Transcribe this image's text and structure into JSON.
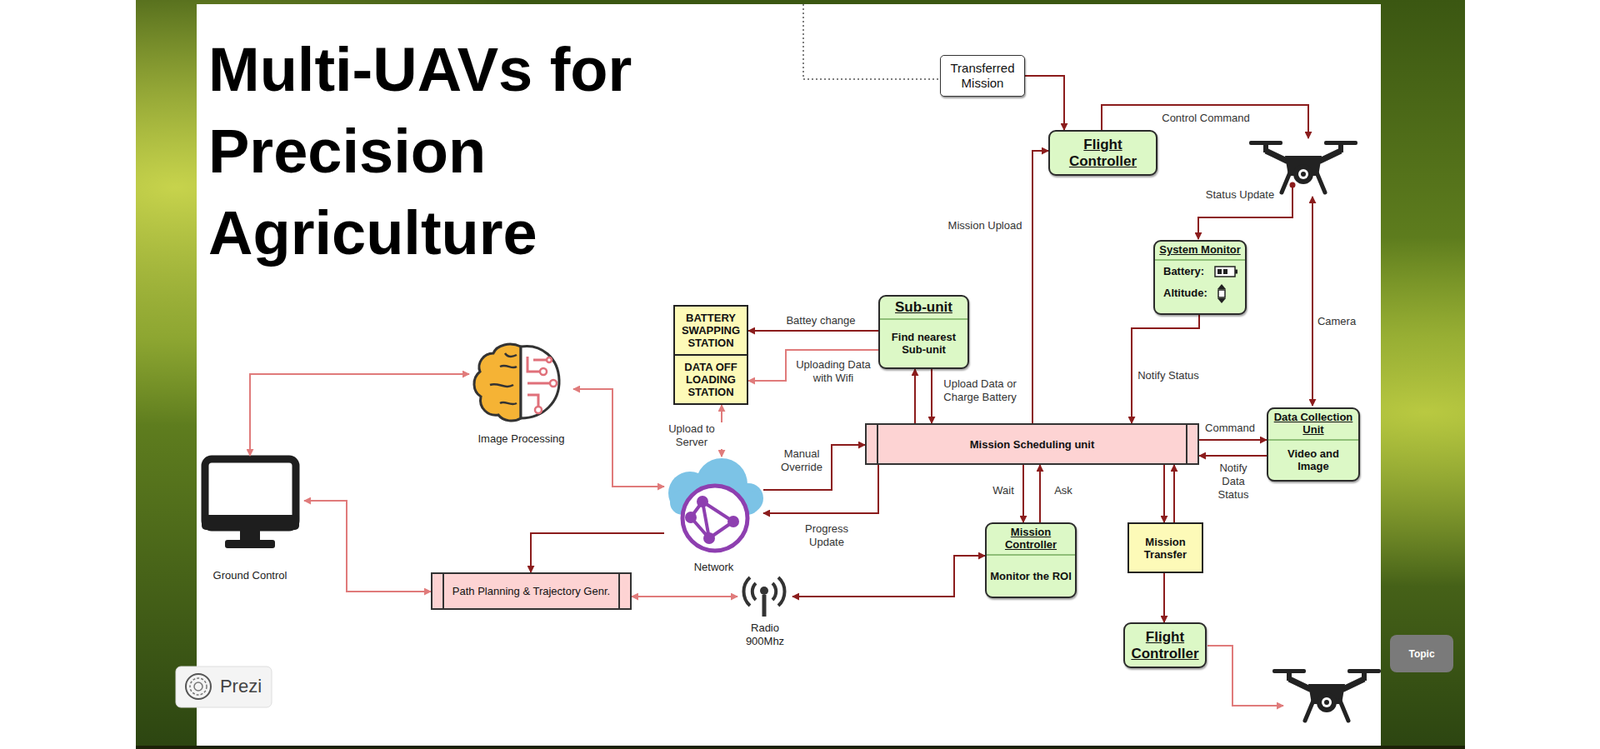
{
  "diagram": {
    "title": "Multi-UAVs for Precision Agriculture",
    "nodes": [
      {
        "text": [
          "Transferred Mission"
        ]
      },
      {
        "text": [
          "Flight Controller"
        ]
      },
      {
        "text": [
          "System Monitor",
          "Battery:",
          "Altitude:"
        ]
      },
      {
        "text": [
          "Sub-unit",
          "Find nearest Sub-unit"
        ]
      },
      {
        "text": [
          "BATTERY SWAPPING STATION"
        ]
      },
      {
        "text": [
          "DATA OFF LOADING STATION"
        ]
      },
      {
        "text": [
          "Image Processing"
        ]
      },
      {
        "text": [
          "Data Collection Unit",
          "Video and Image"
        ]
      },
      {
        "text": [
          "Mission Scheduling unit"
        ]
      },
      {
        "text": [
          "Ground Control"
        ]
      },
      {
        "text": [
          "Network"
        ]
      },
      {
        "text": [
          "Mission Controller",
          "Monitor the ROI"
        ]
      },
      {
        "text": [
          "Mission Transfer"
        ]
      },
      {
        "text": [
          "Path Planning & Trajectory Genr."
        ]
      },
      {
        "text": [
          "Radio 900Mhz"
        ]
      },
      {
        "text": [
          "Flight Controller"
        ]
      }
    ],
    "edges": [
      {
        "from": 0,
        "to": 1,
        "arrow": "to"
      },
      {
        "from": 2,
        "to": 8,
        "label": "Notify Status",
        "arrow": "to"
      },
      {
        "from": 8,
        "to": 1,
        "label": "Mission Upload",
        "arrow": "to"
      },
      {
        "from": 3,
        "to": 4,
        "label": "Battey change",
        "arrow": "to"
      },
      {
        "from": 3,
        "to": 5,
        "label": "Uploading Data with Wifi",
        "arrow": "to"
      },
      {
        "from": 8,
        "to": 3,
        "arrow": "to"
      },
      {
        "from": 3,
        "to": 8,
        "label": "Upload Data or Charge Battery",
        "arrow": "to"
      },
      {
        "from": 5,
        "to": 10,
        "label": "Upload to Server",
        "arrow": "both"
      },
      {
        "from": 10,
        "to": 6,
        "arrow": "both"
      },
      {
        "from": 6,
        "to": 9,
        "arrow": "both"
      },
      {
        "from": 9,
        "to": 13,
        "arrow": "both"
      },
      {
        "from": 10,
        "to": 8,
        "label": "Manual Override",
        "arrow": "to"
      },
      {
        "from": 8,
        "to": 10,
        "label": "Progress Update",
        "arrow": "to"
      },
      {
        "from": 10,
        "to": 13,
        "arrow": "to"
      },
      {
        "from": 13,
        "to": 14,
        "arrow": "both"
      },
      {
        "from": 14,
        "to": 11,
        "arrow": "both"
      },
      {
        "from": 8,
        "to": 11,
        "label": "Wait",
        "arrow": "to"
      },
      {
        "from": 11,
        "to": 8,
        "label": "Ask",
        "arrow": "to"
      },
      {
        "from": 8,
        "to": 7,
        "label": "Command",
        "arrow": "to"
      },
      {
        "from": 7,
        "to": 8,
        "label": "Notify Data Status",
        "arrow": "to"
      },
      {
        "from": 8,
        "to": 12,
        "arrow": "to"
      },
      {
        "from": 12,
        "to": 8,
        "arrow": "to"
      },
      {
        "from": 12,
        "to": 15,
        "arrow": "to"
      }
    ],
    "labels": [
      "Control Command",
      "Status Update",
      "Camera",
      "Prezi",
      "Topic"
    ]
  }
}
